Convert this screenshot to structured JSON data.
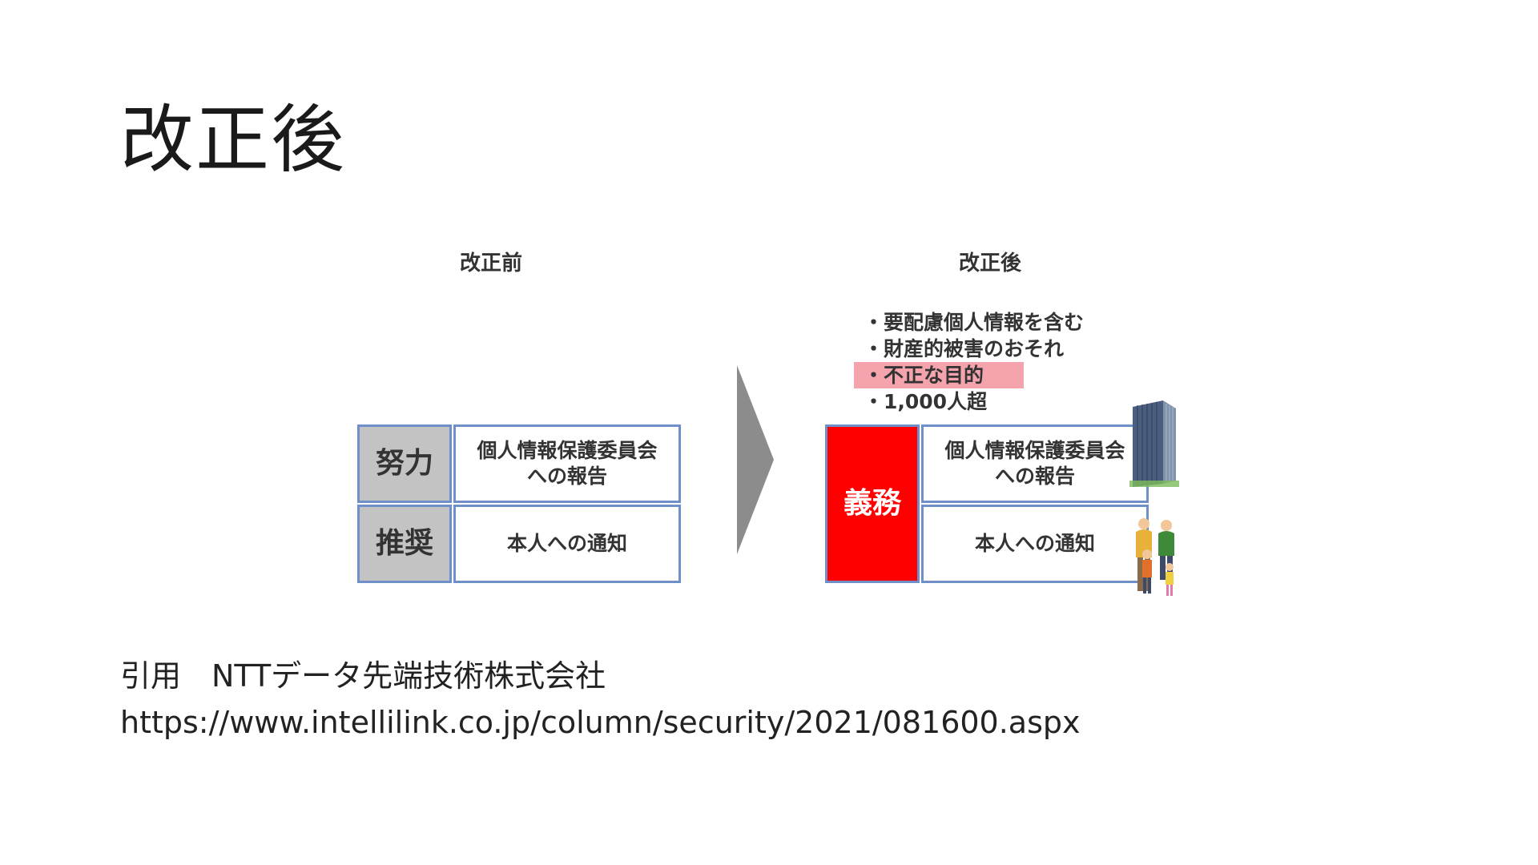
{
  "slide": {
    "title": "改正後"
  },
  "diagram": {
    "before": {
      "heading": "改正前",
      "row1": {
        "tag": "努力",
        "label_line1": "個人情報保護委員会",
        "label_line2": "への報告"
      },
      "row2": {
        "tag": "推奨",
        "label": "本人への通知"
      }
    },
    "after": {
      "heading": "改正後",
      "conditions": [
        "・要配慮個人情報を含む",
        "・財産的被害のおそれ",
        "・不正な目的",
        "・1,000人超"
      ],
      "highlighted_condition_index": 2,
      "tag": "義務",
      "row1": {
        "label_line1": "個人情報保護委員会",
        "label_line2": "への報告"
      },
      "row2": {
        "label": "本人への通知"
      }
    },
    "colors": {
      "box_border": "#6f8fc9",
      "tag_gray": "#c3c3c3",
      "tag_red": "#ff0000",
      "highlight": "#f5a4ad",
      "arrow": "#8c8c8c"
    },
    "icons": [
      "arrow-right-icon",
      "building-icon",
      "family-icon"
    ]
  },
  "citation": {
    "line1": "引用　NTTデータ先端技術株式会社",
    "line2": "https://www.intellilink.co.jp/column/security/2021/081600.aspx"
  }
}
